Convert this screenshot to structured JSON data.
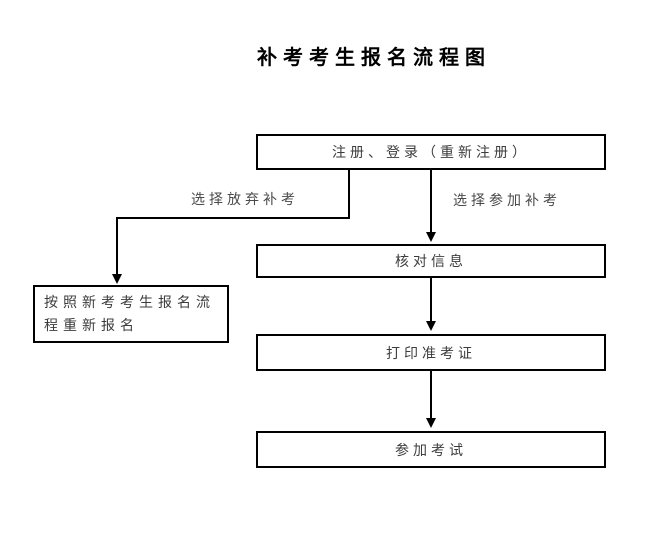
{
  "title": "补考考生报名流程图",
  "colors": {
    "background": "#ffffff",
    "line": "#000000",
    "title_text": "#000000",
    "node_text": "#3c3c3c",
    "edge_label_text": "#4a4a4a"
  },
  "flowchart": {
    "type": "flowchart",
    "nodes": [
      {
        "id": "register-login",
        "label": "注册、登录（重新注册）"
      },
      {
        "id": "verify-info",
        "label": "核对信息"
      },
      {
        "id": "print-admission-ticket",
        "label": "打印准考证"
      },
      {
        "id": "take-exam",
        "label": "参加考试"
      },
      {
        "id": "reregister-as-new-candidate",
        "label": "按照新考考生报名流程重新报名"
      }
    ],
    "edges": [
      {
        "from": "register-login",
        "to": "reregister-as-new-candidate",
        "label": "选择放弃补考"
      },
      {
        "from": "register-login",
        "to": "verify-info",
        "label": "选择参加补考"
      },
      {
        "from": "verify-info",
        "to": "print-admission-ticket",
        "label": ""
      },
      {
        "from": "print-admission-ticket",
        "to": "take-exam",
        "label": ""
      }
    ]
  }
}
